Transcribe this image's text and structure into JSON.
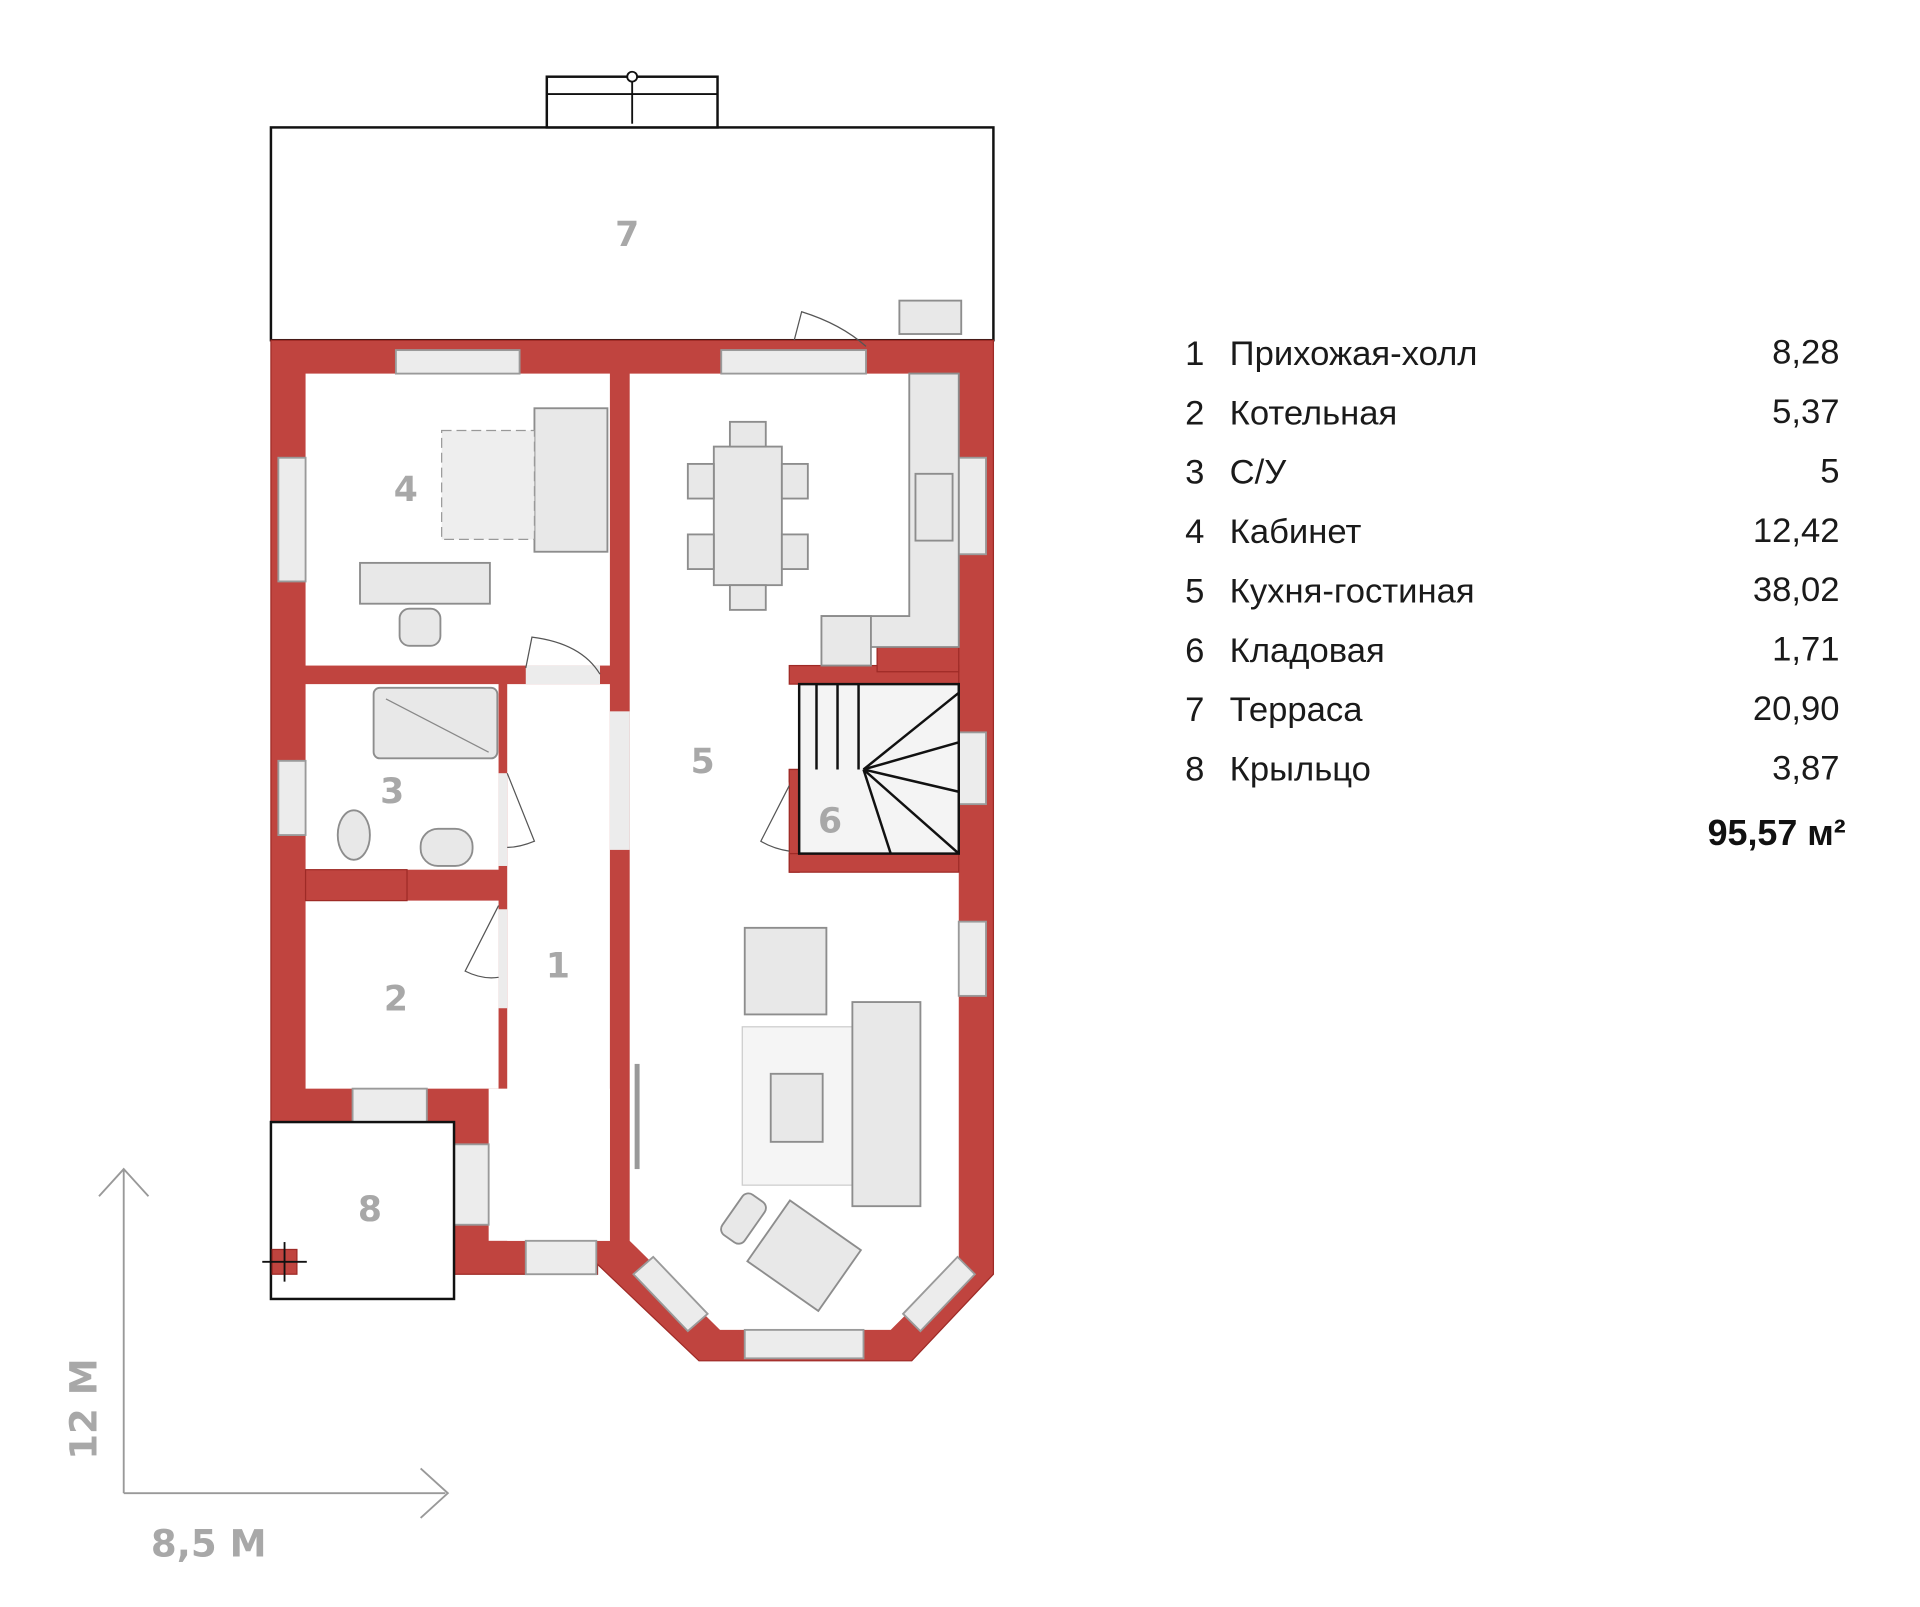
{
  "plan": {
    "wall_color": "#c0443f",
    "rooms": [
      {
        "id": "1",
        "label": "1"
      },
      {
        "id": "2",
        "label": "2"
      },
      {
        "id": "3",
        "label": "3"
      },
      {
        "id": "4",
        "label": "4"
      },
      {
        "id": "5",
        "label": "5"
      },
      {
        "id": "6",
        "label": "6"
      },
      {
        "id": "7",
        "label": "7"
      },
      {
        "id": "8",
        "label": "8"
      }
    ],
    "dimensions": {
      "height": "12 М",
      "width": "8,5 М"
    }
  },
  "legend": {
    "rows": [
      {
        "num": "1",
        "name": "Прихожая-холл",
        "area": "8,28"
      },
      {
        "num": "2",
        "name": "Котельная",
        "area": "5,37"
      },
      {
        "num": "3",
        "name": "С/У",
        "area": "5"
      },
      {
        "num": "4",
        "name": "Кабинет",
        "area": "12,42"
      },
      {
        "num": "5",
        "name": "Кухня-гостиная",
        "area": "38,02"
      },
      {
        "num": "6",
        "name": "Кладовая",
        "area": "1,71"
      },
      {
        "num": "7",
        "name": "Терраса",
        "area": "20,90"
      },
      {
        "num": "8",
        "name": "Крыльцо",
        "area": "3,87"
      }
    ],
    "total": "95,57 м²"
  }
}
